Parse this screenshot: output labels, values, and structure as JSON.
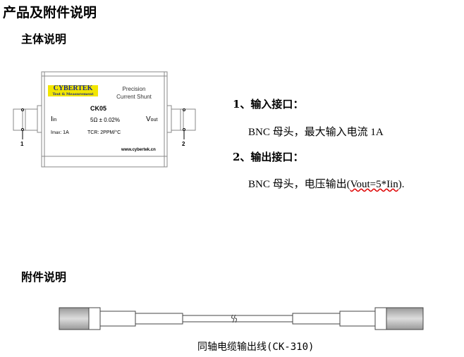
{
  "title": "产品及附件说明",
  "section_main": "主体说明",
  "device": {
    "logo_main": "CYBERTEK",
    "logo_sub": "Test & Measurement",
    "desc_line1": "Precision",
    "desc_line2": "Current Shunt",
    "model": "CK05",
    "in_label": "I",
    "in_sub": "in",
    "out_label": "V",
    "out_sub": "out",
    "resistance": "5Ω ± 0.02%",
    "imax_label": "I",
    "imax_sub": "max",
    "imax_value": ": 1A",
    "tcr": "TCR:  2PPM/°C",
    "website": "www.cybertek.cn",
    "port1": "1",
    "port2": "2"
  },
  "ports": [
    {
      "heading": "1、输入接口：",
      "desc": "BNC 母头，最大输入电流 1A"
    },
    {
      "heading": "2、输出接口：",
      "desc_prefix": "BNC 母头，电压输出(",
      "desc_formula": "Vout=5*Iin",
      "desc_suffix": ")."
    }
  ],
  "section_accessory": "附件说明",
  "cable_caption": "同轴电缆输出线(CK-310)"
}
